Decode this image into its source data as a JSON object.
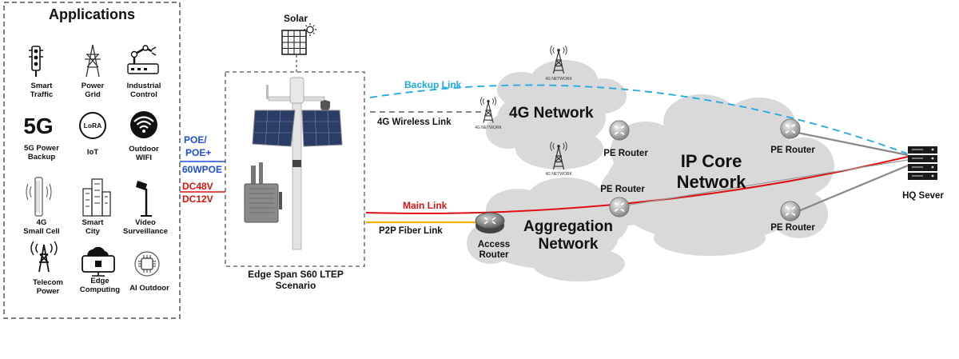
{
  "applications": {
    "title": "Applications",
    "items": [
      {
        "name": "traffic-light-icon",
        "label": "Smart\nTraffic"
      },
      {
        "name": "power-tower-icon",
        "label": "Power\nGrid"
      },
      {
        "name": "robot-arm-icon",
        "label": "Industrial\nControl"
      },
      {
        "name": "5g-icon",
        "label": "5G Power\nBackup",
        "icon_text": "5G"
      },
      {
        "name": "lora-icon",
        "label": "IoT",
        "icon_text": "LoRA"
      },
      {
        "name": "wifi-icon",
        "label": "Outdoor\nWIFI"
      },
      {
        "name": "antenna-icon",
        "label": "4G\nSmall Cell"
      },
      {
        "name": "city-icon",
        "label": "Smart\nCity"
      },
      {
        "name": "cctv-camera-icon",
        "label": "Video\nSurveillance"
      },
      {
        "name": "telecom-tower-icon",
        "label": "Telecom\nPower"
      },
      {
        "name": "edge-computing-icon",
        "label": "Edge\nComputing"
      },
      {
        "name": "ai-chip-icon",
        "label": "AI Outdoor"
      }
    ]
  },
  "power": {
    "poe": "POE/",
    "poe_plus": "POE+",
    "wpoe": "60WPOE",
    "dc48": "DC48V",
    "dc12": "DC12V"
  },
  "solar_label": "Solar",
  "scenario_label": "Edge Span S60 LTEP\nScenario",
  "links": {
    "backup": "Backup Link",
    "wireless": "4G Wireless Link",
    "main": "Main Link",
    "fiber": "P2P Fiber Link"
  },
  "networks": {
    "g4": "4G Network",
    "core": "IP Core\nNetwork",
    "aggregation": "Aggregation\nNetwork"
  },
  "routers": {
    "pe": "PE Router",
    "access": "Access\nRouter"
  },
  "tower_caption": "4G NETWORK",
  "server_label": "HQ Sever",
  "colors": {
    "backup_link": "#1fa9e1",
    "main_link": "#e01010",
    "fiber_link": "#f2b100",
    "wireless_link": "#888888",
    "power_blue": "#1f4fd1",
    "power_red": "#e01010",
    "cloud": "#d9d9d9"
  }
}
